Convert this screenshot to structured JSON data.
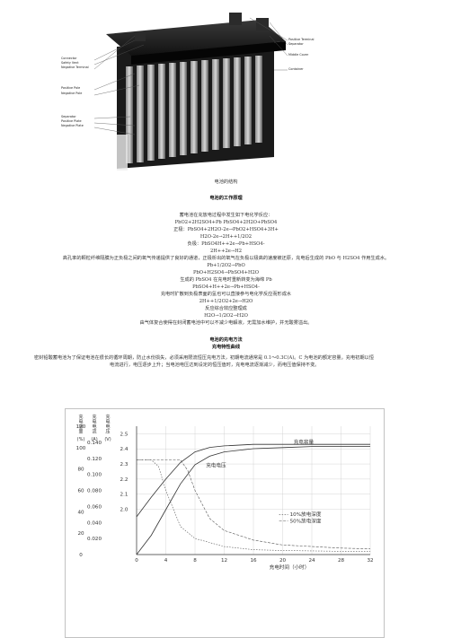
{
  "figure": {
    "caption": "电池的结构",
    "callouts_left": [
      "Connector",
      "Safety Vent",
      "Negative Terminal",
      "Positive Pole",
      "Negative Pole",
      "Separator",
      "Positive Plate",
      "Negative Plate"
    ],
    "callouts_right": [
      "Positive Terminal",
      "Separator",
      "Middle Cover",
      "Container"
    ]
  },
  "section1": {
    "title": "电池的工作原理",
    "lines": [
      "蓄电池在充放电过程中发生如下电化学反应：",
      "PbO2+2H2SO4+Pb PbSO4+2H2O+PbSO4",
      "正极：PbSO4+2H2O-2e→PbO2+HSO4+3H+",
      "H2O-2e→2H++1/2O2",
      "负极：PbSO4H++2e→Pb+HSO4-",
      "2H++2e→H2",
      "高孔率的颗粒纤维隔膜为正负极之间的氧气传递提供了良好的通道，正极析出的氧气在负极以极高的速度被还原，充电后生成的 PbO 与 H2SO4 作用生成水。",
      "Pb+1/2O2→PbO",
      "PbO+H2SO4→PbSO4+H2O",
      "生成的 PbSO4 在充电时重新转变为海绵 Pb",
      "PbSO4+H++2e→Pb+HSO4-",
      "充电时扩散到负极表面的氢也可以直接参与电化学反应而形成水",
      "2H++1/2O2+2e→H2O",
      "反应综合效应整理成",
      "H2O→1/2O2→H2O",
      "由气体复合使得在封闭蓄电池中可以不减少电解液，无需加水维护，并无酸雾溢出。"
    ]
  },
  "section2": {
    "title": "电池的充电方法",
    "subtitle": "充电特性曲线",
    "lines": [
      "密封铅酸蓄电池为了保证电池在很长的循环周期，防止水份损失，必须采用限流恒压充电方法，初期电流通常是 0.1～0.3C(A)。C 为电池的额定容量。充电初期以恒",
      "电流进行，电压逐步上升；当电池电压达到设定的恒压值时，充电电流逐渐减少，而电压值保持不变。"
    ]
  },
  "chart_data": {
    "type": "line",
    "title": "",
    "col_headers": [
      {
        "lines": [
          "充",
          "电",
          "容",
          "量"
        ],
        "unit": "(%)"
      },
      {
        "lines": [
          "充",
          "电",
          "电",
          "流"
        ],
        "unit": "(A)"
      },
      {
        "lines": [
          "充",
          "电",
          "电",
          "压"
        ],
        "unit": "(V)"
      }
    ],
    "xlabel": "充电时间（小时）",
    "x_ticks": [
      "0",
      "4",
      "8",
      "12",
      "16",
      "20",
      "24",
      "28",
      "32"
    ],
    "xlim": [
      0,
      32
    ],
    "y_axes": [
      {
        "unit": "%",
        "ticks": [
          "0",
          "20",
          "40",
          "60",
          "80",
          "100",
          "120"
        ],
        "lim": [
          0,
          120
        ]
      },
      {
        "unit": "A",
        "ticks": [
          "0.020",
          "0.040",
          "0.060",
          "0.080",
          "0.100",
          "0.120",
          "0.140"
        ],
        "lim": [
          0,
          0.16
        ]
      },
      {
        "unit": "V",
        "ticks": [
          "2.0",
          "2.1",
          "2.2",
          "2.3",
          "2.4",
          "2.5"
        ],
        "lim": [
          1.7,
          2.55
        ]
      }
    ],
    "series": [
      {
        "name": "充电容量",
        "axis": 0,
        "x": [
          0,
          2,
          4,
          6,
          8,
          10,
          12,
          16,
          20,
          24,
          28,
          32
        ],
        "y": [
          0,
          18,
          42,
          66,
          84,
          92,
          96,
          99,
          100,
          101,
          101,
          101
        ]
      },
      {
        "name": "充电电压",
        "axis": 2,
        "x": [
          0,
          2,
          4,
          6,
          8,
          10,
          12,
          16,
          20,
          24,
          28,
          32
        ],
        "y": [
          1.95,
          2.08,
          2.2,
          2.31,
          2.38,
          2.41,
          2.42,
          2.43,
          2.43,
          2.43,
          2.43,
          2.43
        ]
      },
      {
        "name": "10%放电深度",
        "axis": 1,
        "x": [
          0,
          2,
          3,
          4,
          6,
          8,
          12,
          16,
          20,
          28,
          32
        ],
        "y": [
          0.118,
          0.118,
          0.11,
          0.08,
          0.035,
          0.02,
          0.01,
          0.006,
          0.005,
          0.004,
          0.004
        ]
      },
      {
        "name": "50%放电深度",
        "axis": 1,
        "x": [
          0,
          2,
          4,
          6,
          7,
          8,
          10,
          12,
          16,
          20,
          28,
          32
        ],
        "y": [
          0.118,
          0.118,
          0.118,
          0.118,
          0.105,
          0.08,
          0.045,
          0.03,
          0.018,
          0.012,
          0.008,
          0.007
        ]
      }
    ],
    "grid": true,
    "legend": "right"
  }
}
